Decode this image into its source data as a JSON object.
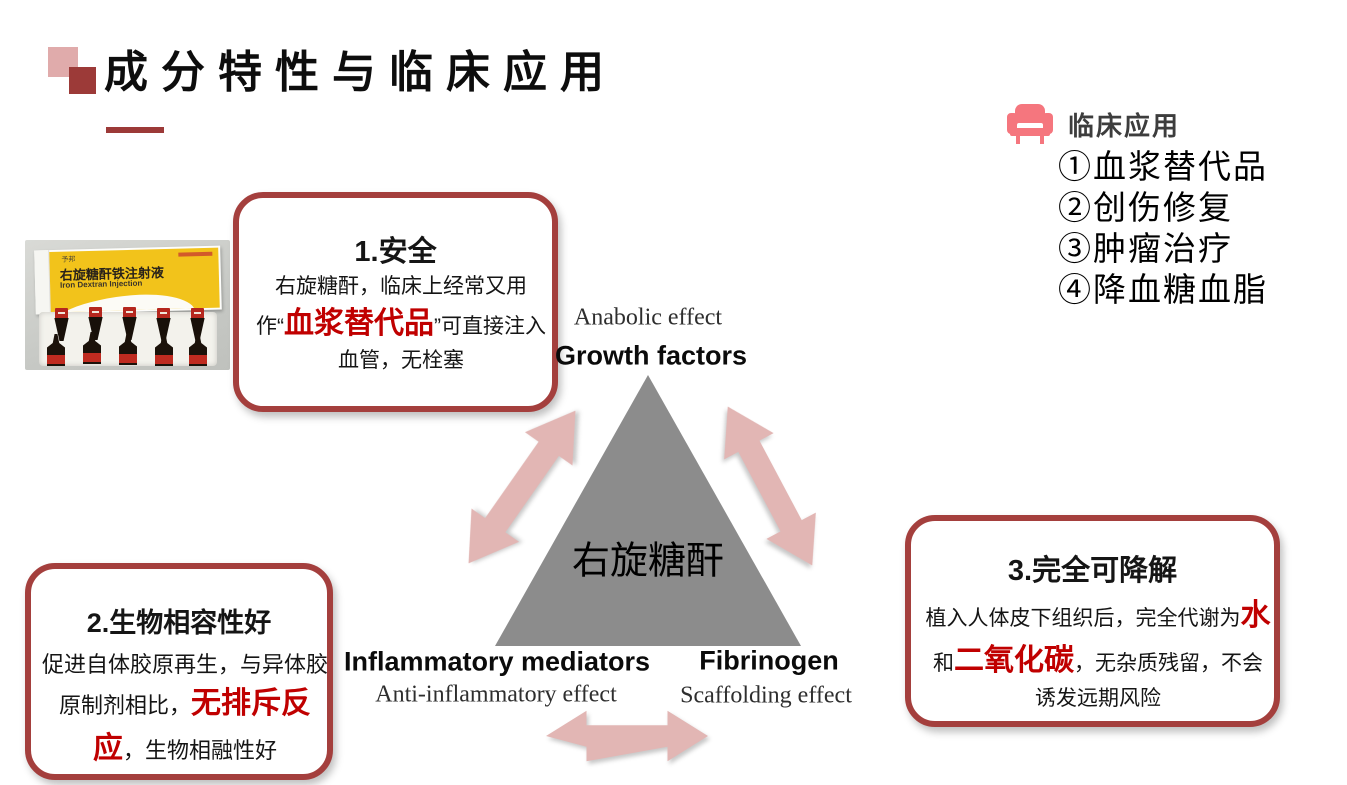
{
  "header": {
    "title": "成分特性与临床应用"
  },
  "product_photo": {
    "brand": "予邦",
    "name_cn": "右旋糖酐铁注射液",
    "name_en": "Iron Dextran Injection"
  },
  "boxes": {
    "box1": {
      "title": "1.安全",
      "seg0": "右旋糖酐，临床上经常又用作“",
      "seg1": "血浆替代品",
      "seg2": "”可直接注入血管，无栓塞"
    },
    "box2": {
      "title": "2.生物相容性好",
      "seg0": "促进自体胶原再生，与异体胶原制剂相比，",
      "seg1": "无排斥反应",
      "seg2": "，生物相融性好"
    },
    "box3": {
      "title": "3.完全可降解",
      "seg0": "植入人体皮下组织后，完全代谢为",
      "seg1": "水",
      "seg2": "和",
      "seg3": "二氧化碳",
      "seg4": "，无杂质残留，不会诱发远期风险"
    }
  },
  "diagram": {
    "center_label": "右旋糖酐",
    "top_effect": "Anabolic effect",
    "top_factor": "Growth factors",
    "left_factor": "Inflammatory mediators",
    "left_effect": "Anti-inflammatory effect",
    "right_factor": "Fibrinogen",
    "right_effect": "Scaffolding effect"
  },
  "clinical": {
    "heading": "临床应用",
    "items": [
      "①血浆替代品",
      "②创伤修复",
      "③肿瘤治疗",
      "④降血糖血脂"
    ]
  },
  "colors": {
    "accent_dark_red": "#9C3A38",
    "box_border_red": "#A43F3D",
    "highlight_red": "#C00000",
    "arrow_pink": "#E2B6B4",
    "triangle_gray": "#8C8C8C",
    "sofa_pink": "#F5767E",
    "carton_yellow": "#F2C31B"
  }
}
